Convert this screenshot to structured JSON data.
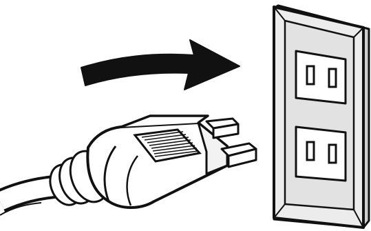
{
  "scene": {
    "subject": "plug-into-outlet",
    "elements": [
      "power-cord",
      "two-prong-plug",
      "direction-arrow",
      "wall-outlet"
    ],
    "colors": {
      "ink": "#111111",
      "outlet_face": "#e6e6e6",
      "outlet_bevel": "#d0d0d0",
      "paper": "#ffffff"
    },
    "outlet": {
      "socket_count": 2,
      "slots_per_socket": 2
    },
    "plug": {
      "prong_count": 2
    }
  }
}
